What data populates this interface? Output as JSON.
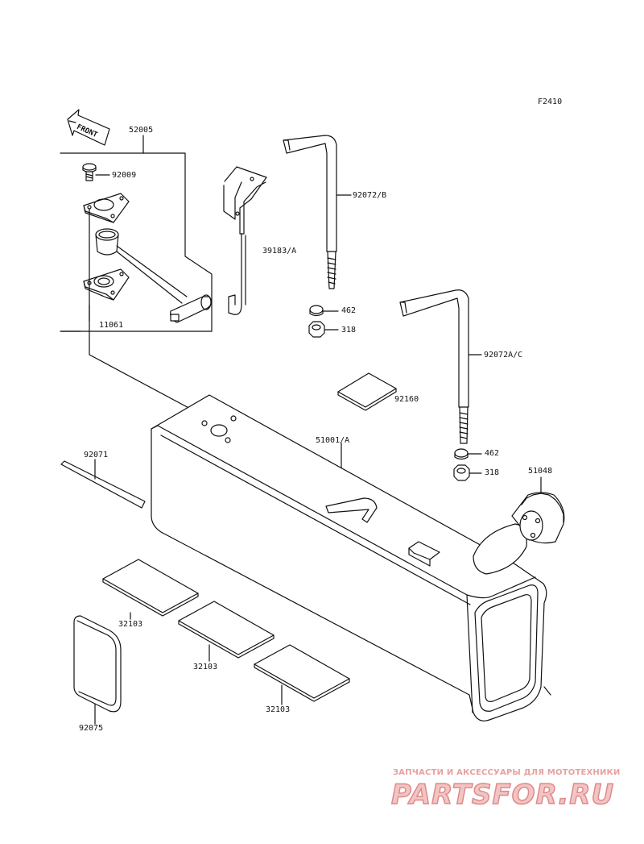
{
  "diagram_code": "F2410",
  "front_label": "FRONT",
  "parts": {
    "p52005": "52005",
    "p92009": "92009",
    "p11061": "11061",
    "p39183A": "39183/A",
    "p92072B": "92072/B",
    "p462a": "462",
    "p318a": "318",
    "p92072AC": "92072A/C",
    "p92160": "92160",
    "p51001A": "51001/A",
    "p462b": "462",
    "p318b": "318",
    "p51048": "51048",
    "p92071": "92071",
    "p32103a": "32103",
    "p32103b": "32103",
    "p32103c": "32103",
    "p92075": "92075"
  },
  "watermark": {
    "tagline": "ЗАПЧАСТИ И АКСЕССУАРЫ ДЛЯ МОТОТЕХНИКИ",
    "logo": "PARTSFOR.RU"
  },
  "colors": {
    "line": "#111111",
    "watermark": "#e08a8a"
  }
}
